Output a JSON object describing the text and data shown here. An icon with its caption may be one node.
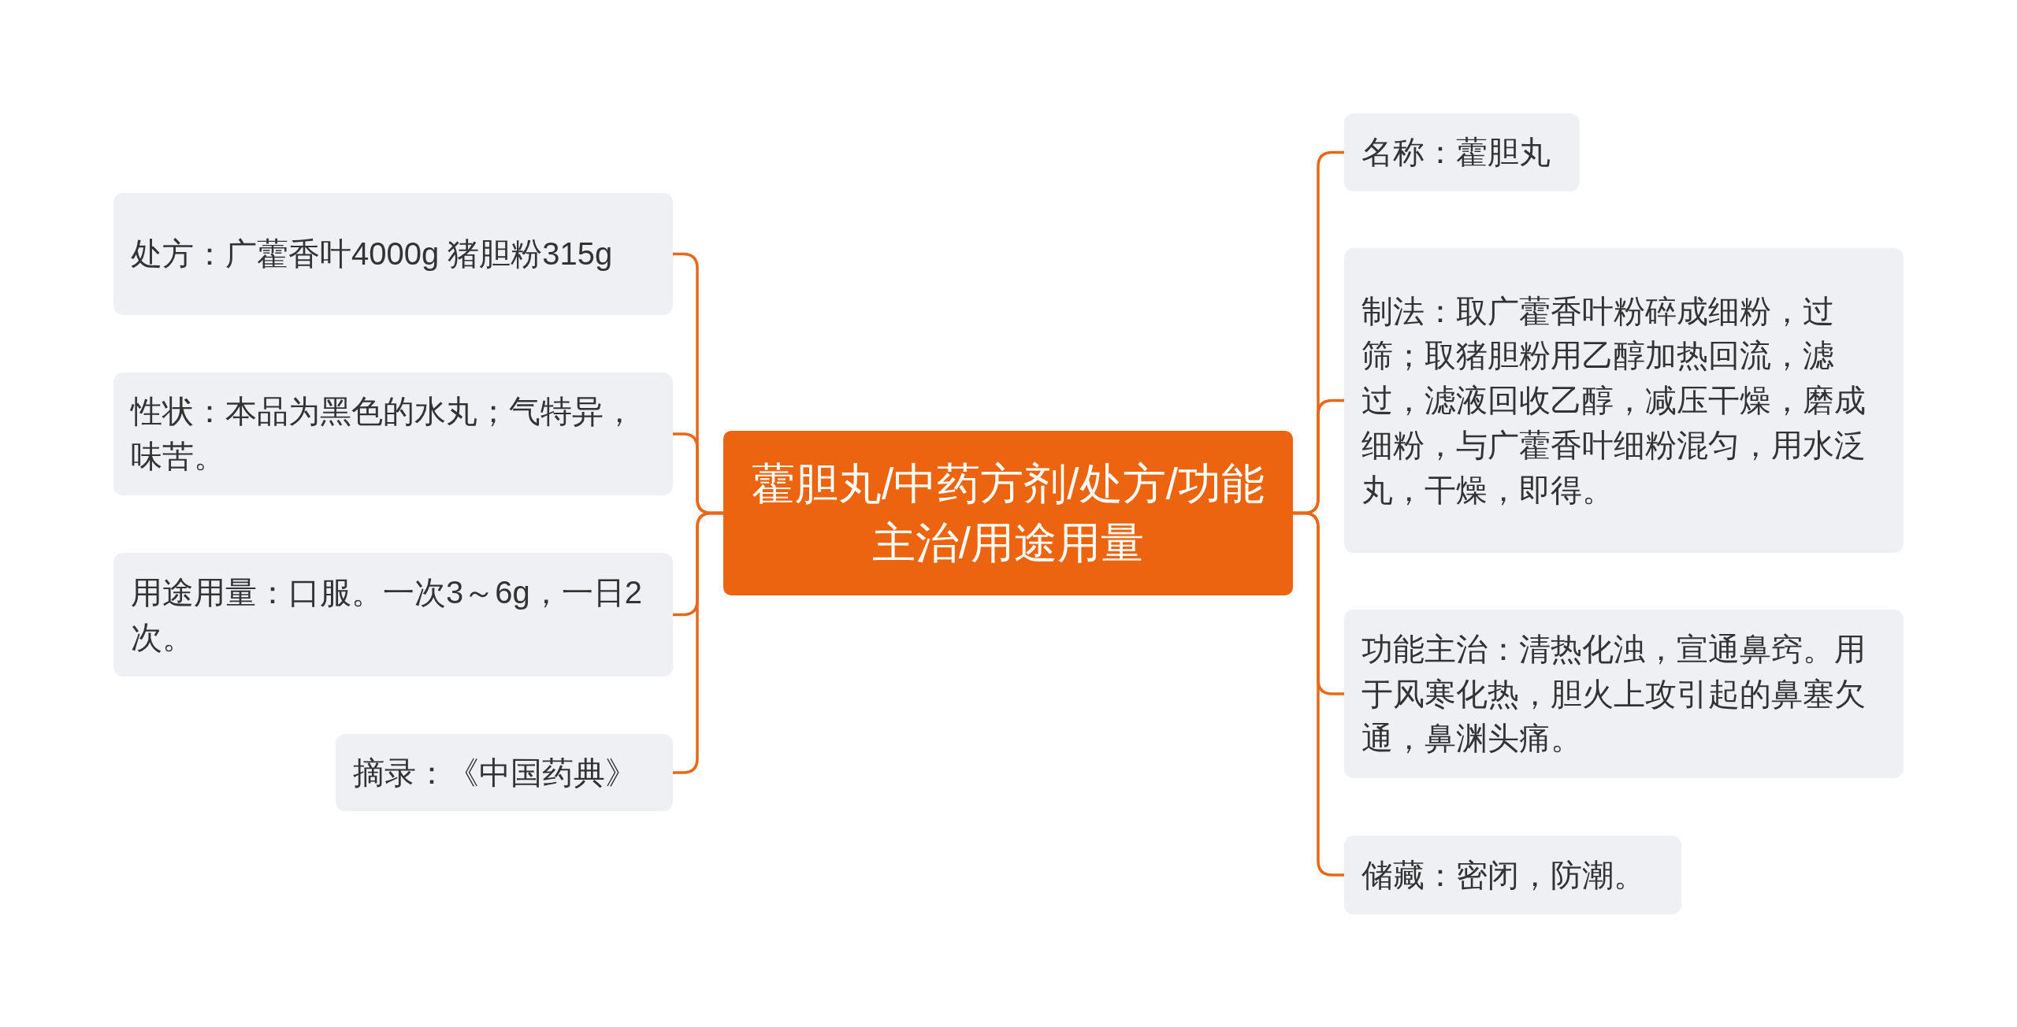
{
  "diagram": {
    "nodes": [
      {
        "text": [
          "藿胆丸/中药方剂/处方/功能主治/用途用量"
        ]
      },
      {
        "text": [
          "处方：广藿香叶4000g 猪胆粉315g"
        ]
      },
      {
        "text": [
          "性状：本品为黑色的水丸；气特异，味苦。"
        ]
      },
      {
        "text": [
          "用途用量：口服。一次3～6g，一日2次。"
        ]
      },
      {
        "text": [
          "摘录：《中国药典》"
        ]
      },
      {
        "text": [
          "名称：藿胆丸"
        ]
      },
      {
        "text": [
          "制法：取广藿香叶粉碎成细粉，过筛；取猪胆粉用乙醇加热回流，滤过，滤液回收乙醇，减压干燥，磨成细粉，与广藿香叶细粉混匀，用水泛丸，干燥，即得。"
        ]
      },
      {
        "text": [
          "功能主治：清热化浊，宣通鼻窍。用于风寒化热，胆火上攻引起的鼻塞欠通，鼻渊头痛。"
        ]
      },
      {
        "text": [
          "储藏：密闭，防潮。"
        ]
      }
    ],
    "edges": [
      {
        "from": 0,
        "to": 1,
        "arrow": "none"
      },
      {
        "from": 0,
        "to": 2,
        "arrow": "none"
      },
      {
        "from": 0,
        "to": 3,
        "arrow": "none"
      },
      {
        "from": 0,
        "to": 4,
        "arrow": "none"
      },
      {
        "from": 0,
        "to": 5,
        "arrow": "none"
      },
      {
        "from": 0,
        "to": 6,
        "arrow": "none"
      },
      {
        "from": 0,
        "to": 7,
        "arrow": "none"
      },
      {
        "from": 0,
        "to": 8,
        "arrow": "none"
      }
    ]
  }
}
